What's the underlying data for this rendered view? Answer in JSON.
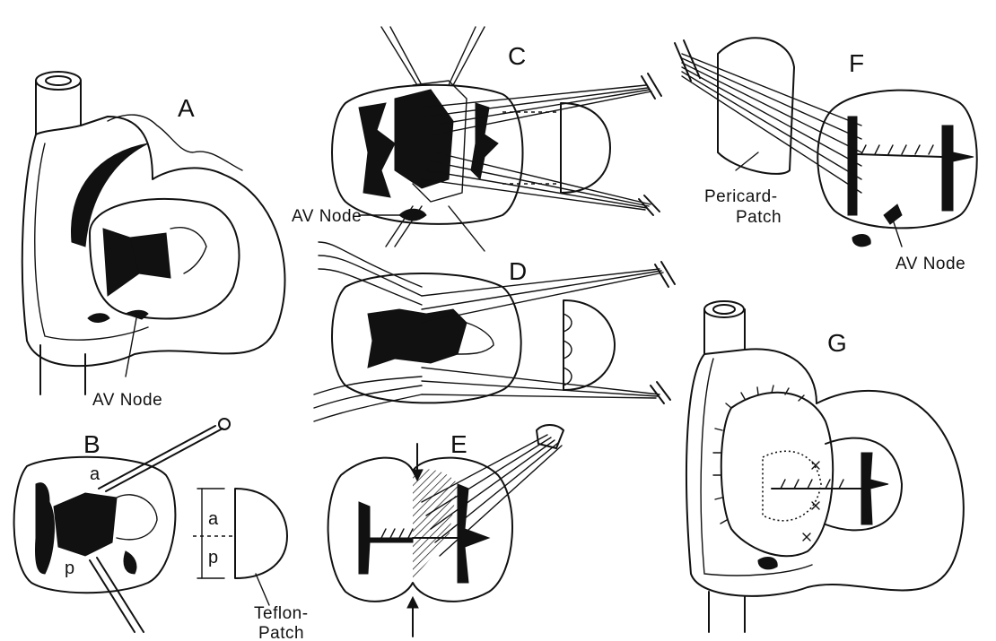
{
  "panels": {
    "A": {
      "letter": "A",
      "note": "AV Node"
    },
    "B": {
      "letter": "B",
      "upper": "a",
      "lower": "p",
      "scale_a": "a",
      "scale_p": "p",
      "patch": "Teflon-",
      "patch2": "Patch"
    },
    "C": {
      "letter": "C",
      "note": "AV Node"
    },
    "D": {
      "letter": "D"
    },
    "E": {
      "letter": "E"
    },
    "F": {
      "letter": "F",
      "patch": "Pericard-",
      "patch2": "Patch",
      "note": "AV Node"
    },
    "G": {
      "letter": "G"
    }
  }
}
